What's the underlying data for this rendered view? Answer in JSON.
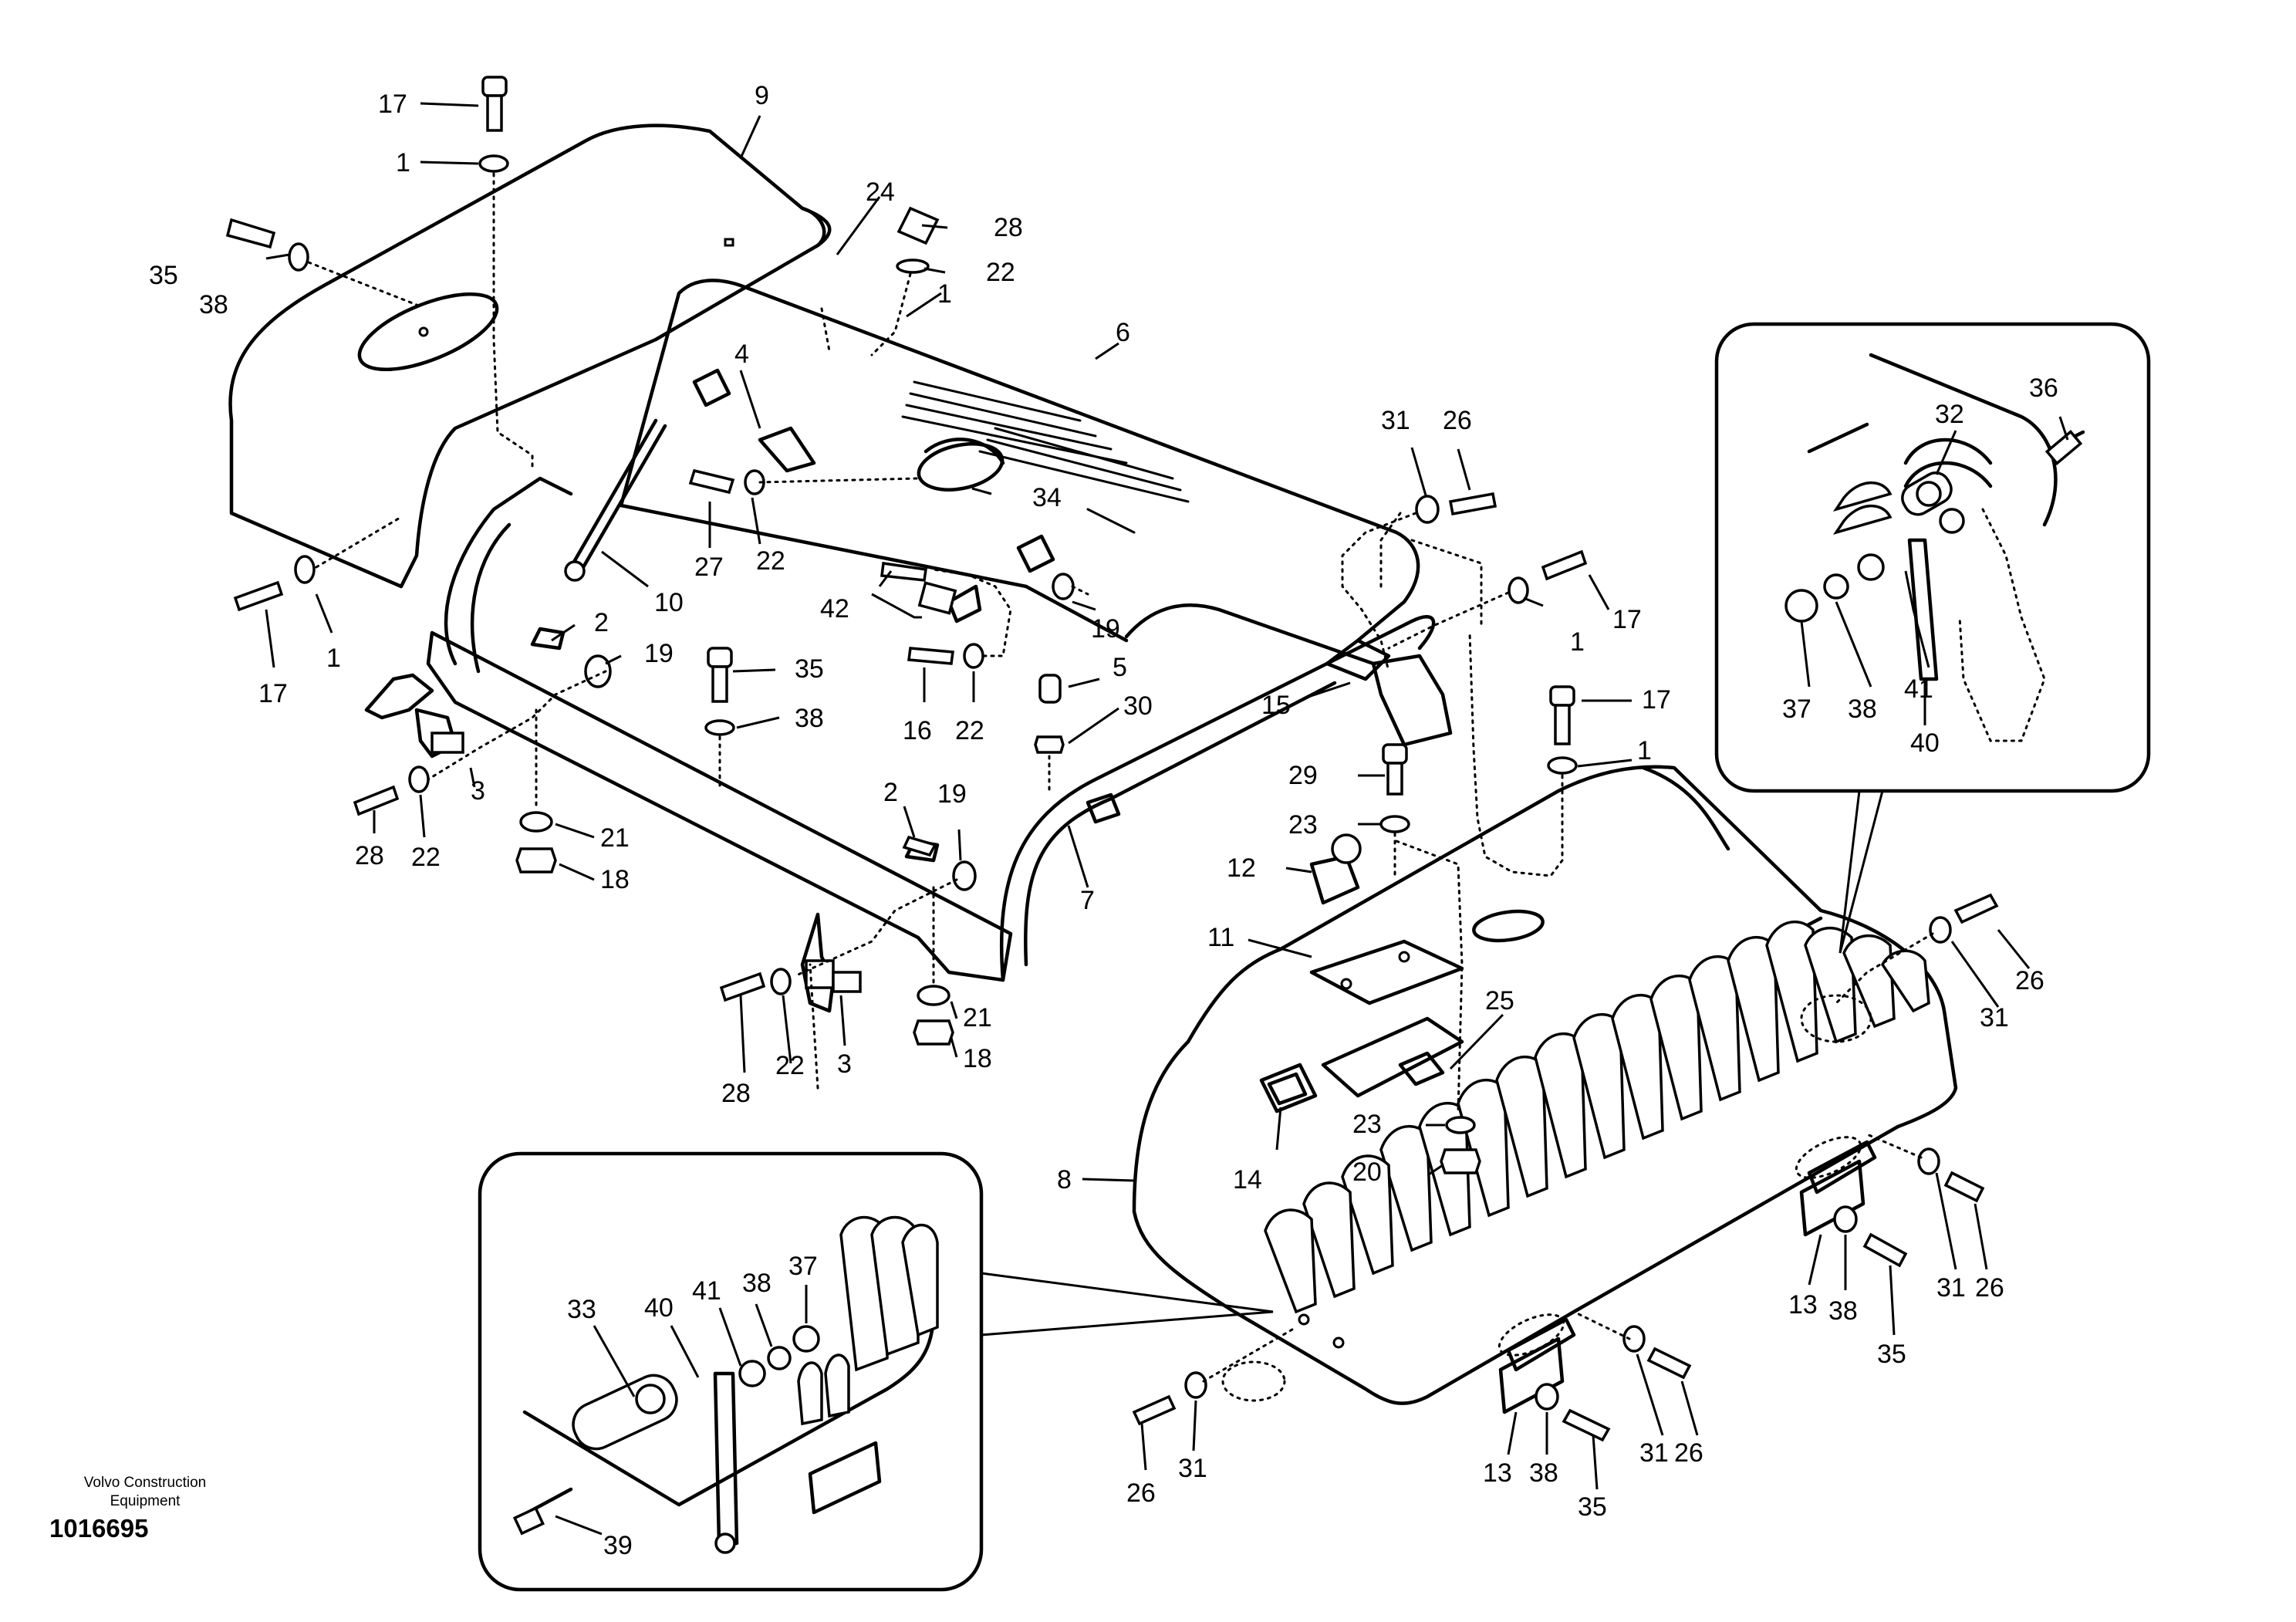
{
  "footer": {
    "publisher_line1": "Volvo Construction",
    "publisher_line2": "Equipment",
    "drawing_number": "1016695"
  },
  "callouts": {
    "c17a": "17",
    "c1a": "1",
    "c9": "9",
    "c35a": "35",
    "c38a": "38",
    "c24": "24",
    "c28a": "28",
    "c22a": "22",
    "c1b": "1",
    "c6": "6",
    "c4": "4",
    "c34": "34",
    "c27": "27",
    "c22b": "22",
    "c10": "10",
    "c17b": "17",
    "c1c": "1",
    "c2a": "2",
    "c19a": "19",
    "c3a": "3",
    "c28b": "28",
    "c22c": "22",
    "c21a": "21",
    "c18a": "18",
    "c35b": "35",
    "c38b": "38",
    "c42": "42",
    "c19b": "19",
    "c16": "16",
    "c22d": "22",
    "c5": "5",
    "c30": "30",
    "c31a": "31",
    "c26a": "26",
    "c17c": "17",
    "c1d": "1",
    "c15": "15",
    "c17d": "17",
    "c1e": "1",
    "c29": "29",
    "c23a": "23",
    "c12": "12",
    "c11": "11",
    "c25": "25",
    "c23b": "23",
    "c20": "20",
    "c14": "14",
    "c2b": "2",
    "c19c": "19",
    "c7": "7",
    "c21b": "21",
    "c18b": "18",
    "c28c": "28",
    "c22e": "22",
    "c3b": "3",
    "c8": "8",
    "c36": "36",
    "c32": "32",
    "c37a": "37",
    "c38c": "38",
    "c41a": "41",
    "c40a": "40",
    "c26b": "26",
    "c31b": "31",
    "c13a": "13",
    "c38d": "38",
    "c35c": "35",
    "c31c": "31",
    "c26c": "26",
    "c33": "33",
    "c40b": "40",
    "c41b": "41",
    "c38e": "38",
    "c37b": "37",
    "c39": "39",
    "c26d": "26",
    "c31d": "31",
    "c13b": "13",
    "c38f": "38",
    "c35d": "35",
    "c31e": "31",
    "c26e": "26"
  }
}
